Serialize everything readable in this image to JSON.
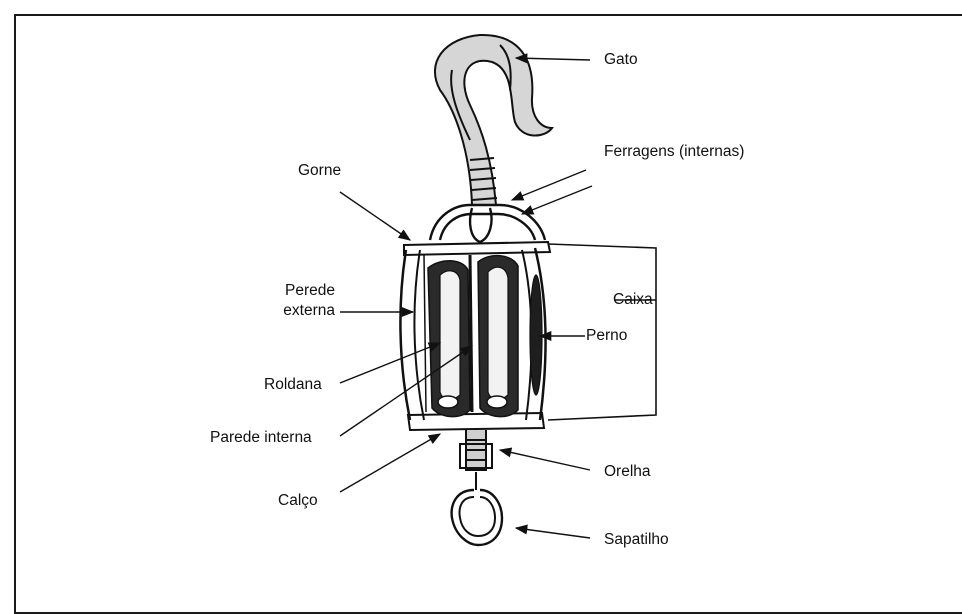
{
  "labels": {
    "gato": "Gato",
    "ferragens": "Ferragens (internas)",
    "gorne": "Gorne",
    "perede_externa_l1": "Perede",
    "perede_externa_l2": "externa",
    "caixa": "Caixa",
    "perno": "Perno",
    "roldana": "Roldana",
    "parede_interna": "Parede interna",
    "orelha": "Orelha",
    "calco": "Calço",
    "sapatilho": "Sapatilho"
  },
  "colors": {
    "ink": "#111111",
    "frame": "#1a1a1a",
    "background": "#ffffff",
    "hook_fill": "#cfcfcf"
  }
}
